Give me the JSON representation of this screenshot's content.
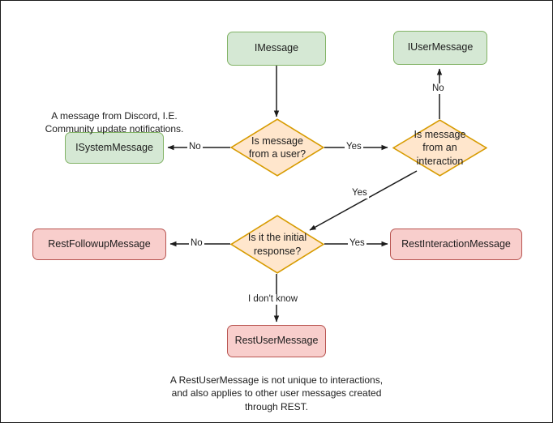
{
  "diagram": {
    "title": "Discord message type decision flowchart",
    "colors": {
      "green_fill": "#d5e8d4",
      "green_stroke": "#82b366",
      "pink_fill": "#f8cecc",
      "pink_stroke": "#b85450",
      "orange_fill": "#ffe6cc",
      "orange_stroke": "#d79b00",
      "edge_stroke": "#1c1c1c",
      "background": "#ffffff",
      "frame_border": "#1a1a1a"
    },
    "nodes": [
      {
        "id": "imessage",
        "label": "IMessage",
        "shape": "rounded-rect",
        "style": "green"
      },
      {
        "id": "iusermessage",
        "label": "IUserMessage",
        "shape": "rounded-rect",
        "style": "green"
      },
      {
        "id": "isystemmessage",
        "label": "ISystemMessage",
        "shape": "rounded-rect",
        "style": "green"
      },
      {
        "id": "restfollowupmessage",
        "label": "RestFollowupMessage",
        "shape": "rounded-rect",
        "style": "pink"
      },
      {
        "id": "restinteractionmessage",
        "label": "RestInteractionMessage",
        "shape": "rounded-rect",
        "style": "pink"
      },
      {
        "id": "restusermessage",
        "label": "RestUserMessage",
        "shape": "rounded-rect",
        "style": "pink"
      },
      {
        "id": "decision_user",
        "label": "Is message from a user?",
        "shape": "diamond",
        "style": "orange"
      },
      {
        "id": "decision_interaction",
        "label": "Is message from an interaction",
        "shape": "diamond",
        "style": "orange"
      },
      {
        "id": "decision_initial",
        "label": "Is it the initial response?",
        "shape": "diamond",
        "style": "orange"
      }
    ],
    "edges": [
      {
        "from": "imessage",
        "to": "decision_user",
        "label": ""
      },
      {
        "from": "decision_user",
        "to": "isystemmessage",
        "label": "No"
      },
      {
        "from": "decision_user",
        "to": "decision_interaction",
        "label": "Yes"
      },
      {
        "from": "decision_interaction",
        "to": "iusermessage",
        "label": "No"
      },
      {
        "from": "decision_interaction",
        "to": "decision_initial",
        "label": "Yes"
      },
      {
        "from": "decision_initial",
        "to": "restfollowupmessage",
        "label": "No"
      },
      {
        "from": "decision_initial",
        "to": "restinteractionmessage",
        "label": "Yes"
      },
      {
        "from": "decision_initial",
        "to": "restusermessage",
        "label": "I don't know"
      }
    ],
    "annotations": [
      {
        "id": "system-note",
        "text": "A message from Discord, I.E.\nCommunity update notifications."
      },
      {
        "id": "restuser-note",
        "text": "A RestUserMessage is not unique to interactions,\nand also applies to other user messages created\nthrough REST."
      }
    ]
  }
}
